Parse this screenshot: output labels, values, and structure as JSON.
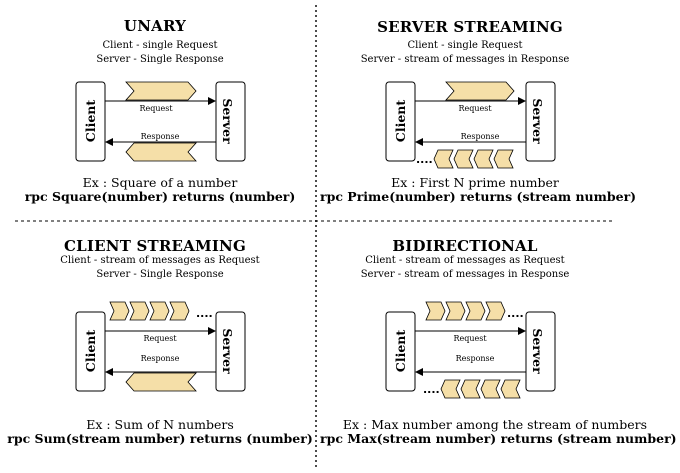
{
  "quadrants": [
    {
      "title": "UNARY",
      "line1": "Client - single Request",
      "line2": "Server - Single Response",
      "request_label": "Request",
      "response_label": "Response",
      "example": "Ex : Square of a number",
      "rpc": "rpc Square(number) returns (number)"
    },
    {
      "title": "SERVER STREAMING",
      "line1": "Client - single Request",
      "line2": "Server - stream of messages in Response",
      "request_label": "Request",
      "response_label": "Response",
      "example": "Ex : First N prime number",
      "rpc": "rpc Prime(number) returns (stream number)"
    },
    {
      "title": "CLIENT STREAMING",
      "line1": "Client - stream of messages as Request",
      "line2": "Server - Single Response",
      "request_label": "Request",
      "response_label": "Response",
      "example": "Ex : Sum of N numbers",
      "rpc": "rpc Sum(stream number) returns (number)"
    },
    {
      "title": "BIDIRECTIONAL",
      "line1": "Client - stream of messages as Request",
      "line2": "Server - stream of messages in Response",
      "request_label": "Request",
      "response_label": "Response",
      "example": "Ex : Max number among the stream of numbers",
      "rpc": "rpc Max(stream number) returns (stream number)"
    }
  ],
  "client_label": "Client",
  "server_label": "Server",
  "ellipsis": "....",
  "colors": {
    "message_fill": "#f5dfa8",
    "stroke": "#000000"
  }
}
